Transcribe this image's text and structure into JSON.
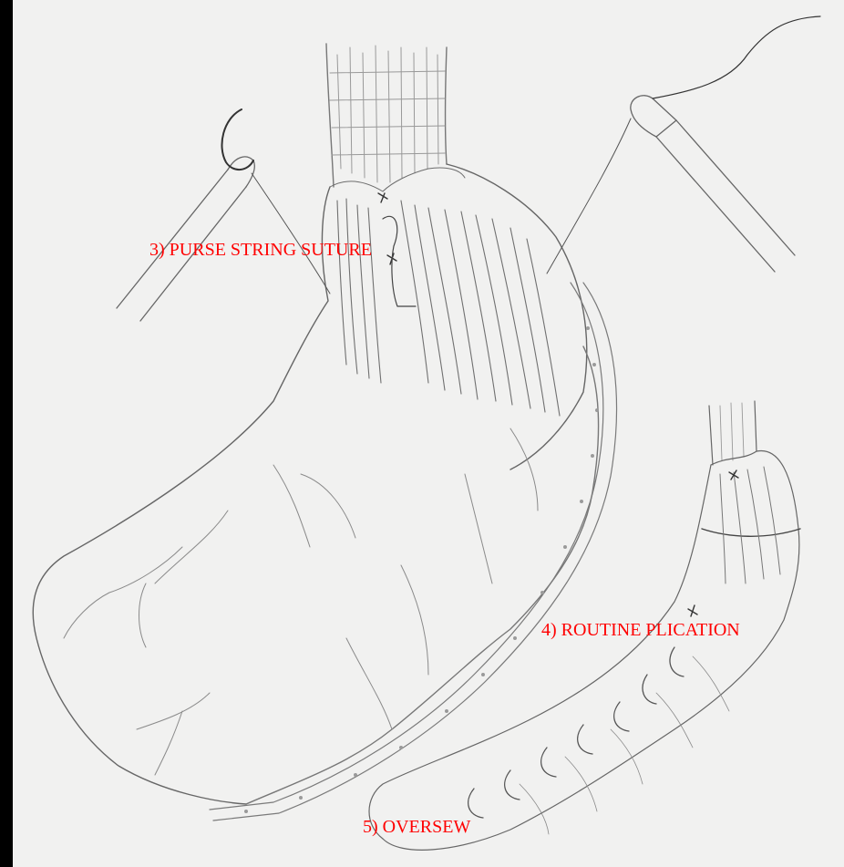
{
  "figure": {
    "labels": {
      "purse_string": "3) PURSE STRING SUTURE",
      "routine_plication": "4) ROUTINE PLICATION",
      "oversew": "5) OVERSEW"
    },
    "colors": {
      "background": "#000000",
      "paper": "#f1f1f0",
      "pencil": "#555555",
      "pencil_light": "#8a8a8a",
      "shading": "#6d6d6d",
      "label": "#ff0000"
    }
  }
}
